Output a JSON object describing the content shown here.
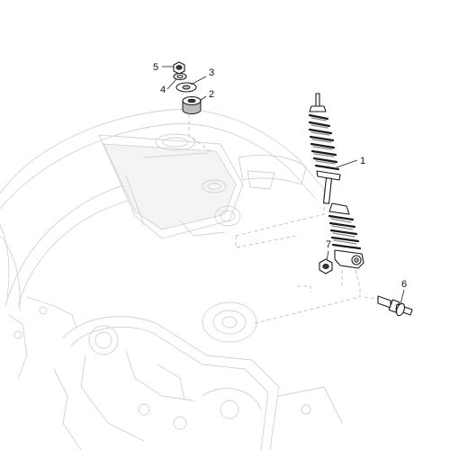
{
  "callouts": [
    {
      "id": "1",
      "label": "1"
    },
    {
      "id": "2",
      "label": "2"
    },
    {
      "id": "3",
      "label": "3"
    },
    {
      "id": "4",
      "label": "4"
    },
    {
      "id": "5",
      "label": "5"
    },
    {
      "id": "6",
      "label": "6"
    },
    {
      "id": "7",
      "label": "7"
    }
  ],
  "colors": {
    "line": "#1a1a1a",
    "ghost": "#d2d2d2",
    "background": "#ffffff"
  }
}
